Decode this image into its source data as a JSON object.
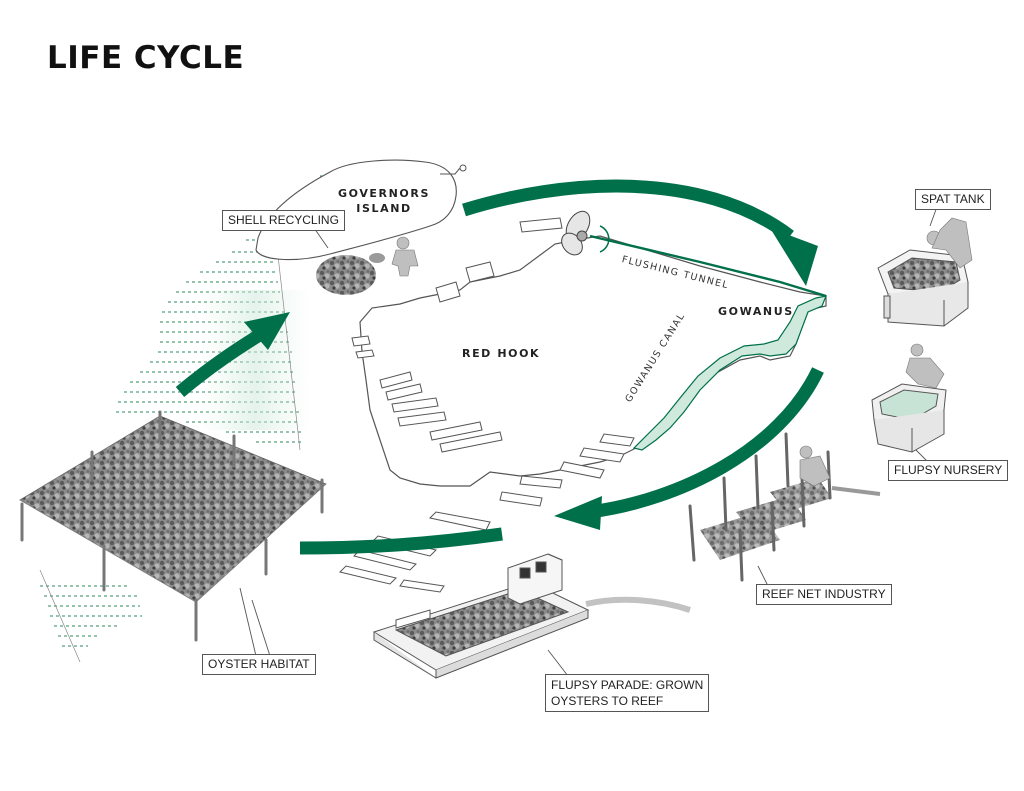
{
  "title": "LIFE CYCLE",
  "colors": {
    "accent_green": "#00704a",
    "outline": "#444444",
    "dashed_green": "#2f8a5c",
    "light_teal": "#cfe9dc"
  },
  "places": {
    "governors_island_line1": "GOVERNORS",
    "governors_island_line2": "ISLAND",
    "red_hook": "RED HOOK",
    "gowanus": "GOWANUS",
    "flushing_tunnel": "FLUSHING TUNNEL",
    "gowanus_canal": "GOWANUS CANAL"
  },
  "stages": {
    "shell_recycling": "SHELL RECYCLING",
    "spat_tank": "SPAT TANK",
    "flupsy_nursery": "FLUPSY NURSERY",
    "reef_net_industry": "REEF NET INDUSTRY",
    "flupsy_parade_line1": "FLUPSY PARADE: GROWN",
    "flupsy_parade_line2": "OYSTERS TO REEF",
    "oyster_habitat": "OYSTER HABITAT"
  },
  "icons": [
    "propeller-icon",
    "worker-icon",
    "tank-icon",
    "boat-icon",
    "pole-icon",
    "shell-pile-icon"
  ]
}
